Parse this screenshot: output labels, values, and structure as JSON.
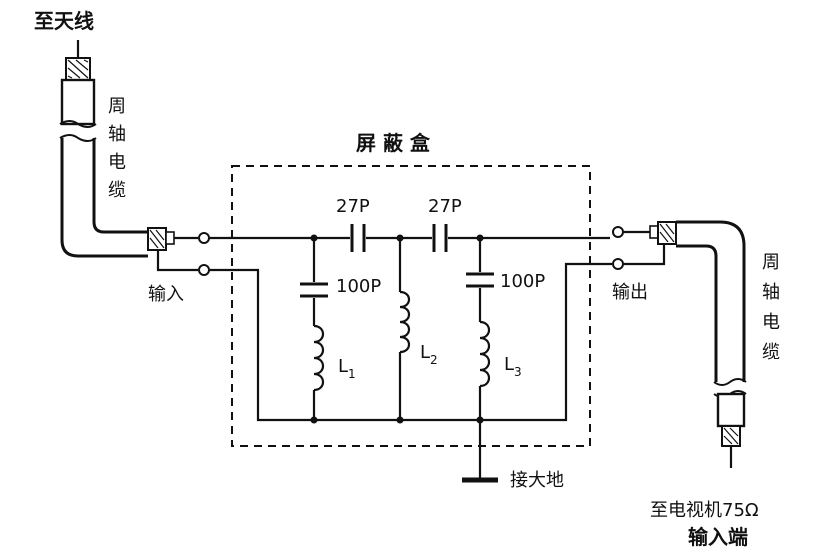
{
  "labels": {
    "to_antenna": "至天线",
    "coax_left": [
      "周",
      "轴",
      "电",
      "缆"
    ],
    "coax_right": [
      "周",
      "轴",
      "电",
      "缆"
    ],
    "shield_box": "屏 蔽 盒",
    "input": "输入",
    "output": "输出",
    "ground": "接大地",
    "to_tv_line1": "至电视机75Ω",
    "to_tv_line2": "输入端"
  },
  "components": {
    "c1": "27P",
    "c2": "27P",
    "c3": "100P",
    "c4": "100P",
    "l1": "L",
    "l1_sub": "1",
    "l2": "L",
    "l2_sub": "2",
    "l3": "L",
    "l3_sub": "3"
  },
  "colors": {
    "ink": "#111111",
    "paper": "#ffffff"
  }
}
